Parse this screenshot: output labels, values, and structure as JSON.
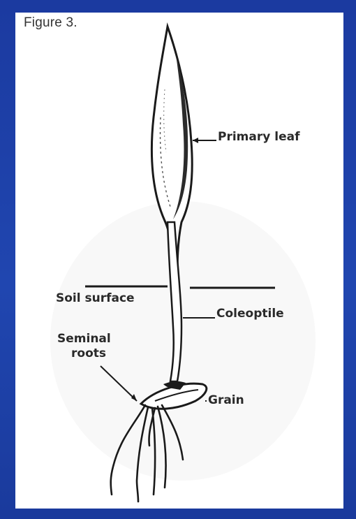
{
  "figure": {
    "title": "Figure 3."
  },
  "labels": {
    "primary_leaf": "Primary leaf",
    "soil_surface": "Soil surface",
    "coleoptile": "Coleoptile",
    "seminal": "Seminal",
    "roots": "roots",
    "grain": "Grain"
  },
  "colors": {
    "background": "#1d3fa3",
    "panel": "#ffffff",
    "ink": "#2a2a2a"
  }
}
